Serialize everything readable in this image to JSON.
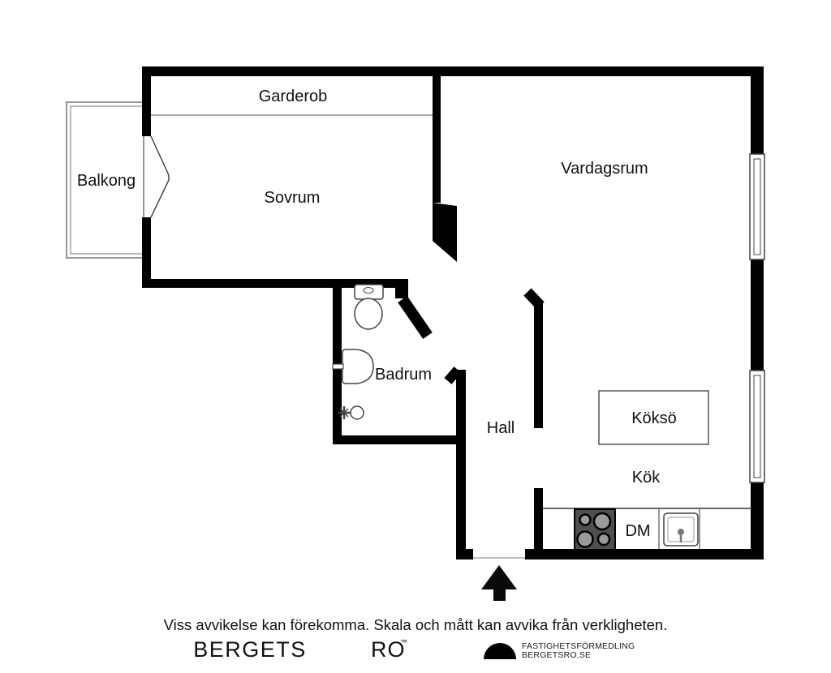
{
  "plan": {
    "labels": {
      "garderob": "Garderob",
      "balkong": "Balkong",
      "sovrum": "Sovrum",
      "vardagsrum": "Vardagsrum",
      "badrum": "Badrum",
      "hall": "Hall",
      "kokso": "Köksö",
      "kok": "Kök",
      "dm": "DM"
    },
    "icons": {
      "toilet": "toilet-icon",
      "bathroom_sink": "bathroom-sink-icon",
      "shower_mixer": "shower-mixer-icon",
      "stove": "stove-icon",
      "kitchen_sink": "kitchen-sink-icon",
      "entrance_arrow": "entrance-arrow-icon",
      "window": "window-icon",
      "balcony_door": "balcony-door-icon"
    },
    "colors": {
      "background": "#ffffff",
      "wall": "#000000",
      "thin_line": "#555555",
      "balcony_line": "#777777",
      "stove_body": "#4f4f4f",
      "burner": "#9a9a9a"
    }
  },
  "footer": {
    "disclaimer": "Viss avvikelse kan förekomma. Skala och mått kan avvika från verkligheten.",
    "brand_primary": "BERGETS",
    "brand_secondary": "RO",
    "brand_tm": "™",
    "logo_line1": "FASTIGHETSFÖRMEDLING",
    "logo_line2": "BERGETSRO.SE"
  }
}
